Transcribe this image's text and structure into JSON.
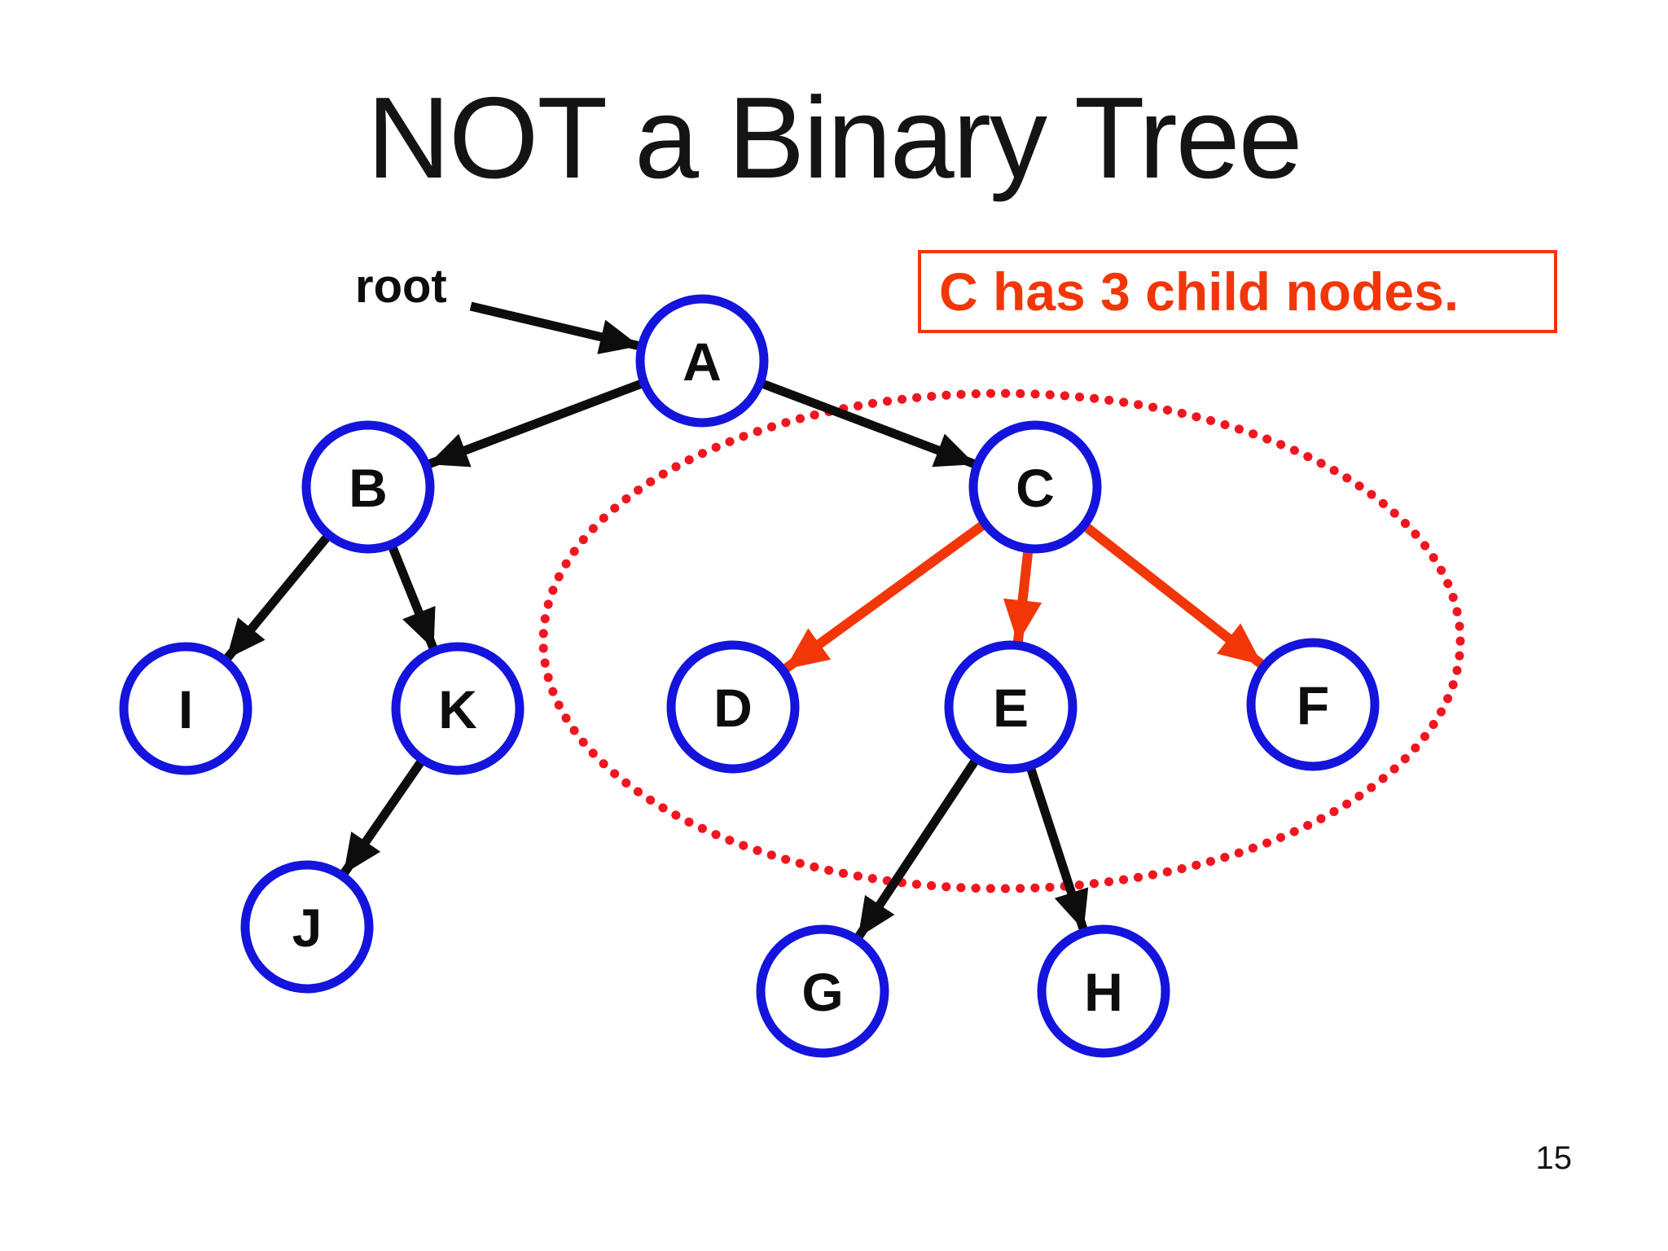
{
  "slide": {
    "title": "NOT a Binary Tree",
    "page_number": "15"
  },
  "annotation": {
    "text": "C has 3 child nodes."
  },
  "tree": {
    "root_pointer": {
      "label": "root",
      "points_to": "A"
    },
    "nodes": [
      {
        "id": "A",
        "label": "A"
      },
      {
        "id": "B",
        "label": "B"
      },
      {
        "id": "C",
        "label": "C"
      },
      {
        "id": "I",
        "label": "I"
      },
      {
        "id": "K",
        "label": "K"
      },
      {
        "id": "J",
        "label": "J"
      },
      {
        "id": "D",
        "label": "D"
      },
      {
        "id": "E",
        "label": "E"
      },
      {
        "id": "F",
        "label": "F"
      },
      {
        "id": "G",
        "label": "G"
      },
      {
        "id": "H",
        "label": "H"
      }
    ],
    "edges": [
      {
        "from": "A",
        "to": "B",
        "style": "normal"
      },
      {
        "from": "A",
        "to": "C",
        "style": "normal"
      },
      {
        "from": "B",
        "to": "I",
        "style": "normal"
      },
      {
        "from": "B",
        "to": "K",
        "style": "normal"
      },
      {
        "from": "K",
        "to": "J",
        "style": "normal"
      },
      {
        "from": "C",
        "to": "D",
        "style": "highlight"
      },
      {
        "from": "C",
        "to": "E",
        "style": "highlight"
      },
      {
        "from": "C",
        "to": "F",
        "style": "highlight"
      },
      {
        "from": "E",
        "to": "G",
        "style": "normal"
      },
      {
        "from": "E",
        "to": "H",
        "style": "normal"
      }
    ],
    "dotted_ellipse": {
      "encloses": [
        "C",
        "D",
        "E",
        "F"
      ]
    }
  },
  "colors": {
    "node_stroke": "#1414dd",
    "node_fill": "#ffffff",
    "node_text": "#0d0d0d",
    "edge_normal": "#0d0d0d",
    "edge_highlight": "#f23608",
    "ellipse_dots": "#f01620",
    "annotation": "#f23608"
  }
}
